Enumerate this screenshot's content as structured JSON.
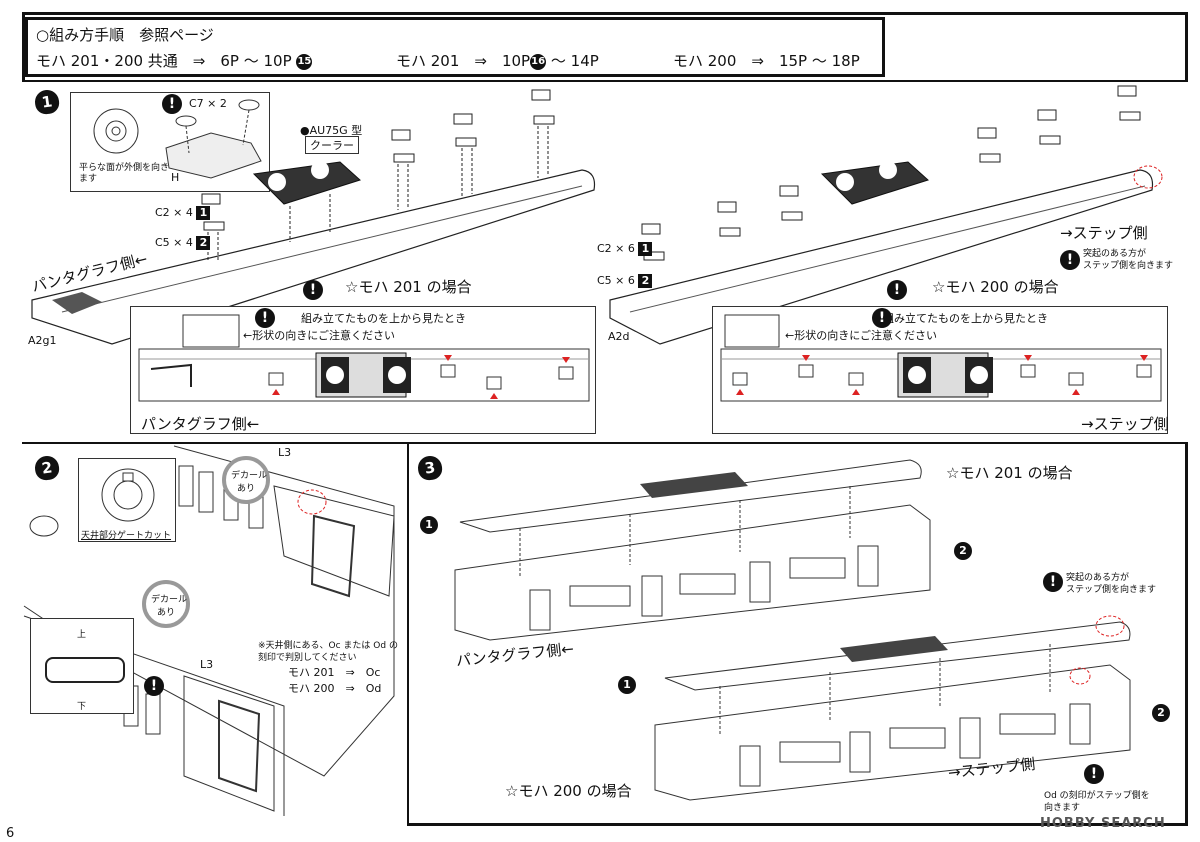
{
  "header": {
    "title": "○組み方手順　参照ページ",
    "row1_a": "モハ 201・200 共通　⇒　6P ～ 10P",
    "row1_a_badge": "15",
    "row1_b_pre": "モハ 201　⇒　10P",
    "row1_b_badge": "16",
    "row1_b_post": "～ 14P",
    "row1_c": "モハ 200　⇒　15P ～ 18P"
  },
  "step1": {
    "num": "1",
    "inset_note": "平らな面が外側を向きます",
    "inset_part": "C7 × 2",
    "inset_h": "H",
    "cooler_label": "●AU75G 型",
    "cooler_label2": "クーラー",
    "left": {
      "c2": "C2 × 4",
      "c5": "C5 × 4",
      "sq1": "1",
      "sq2": "2",
      "side": "パンタグラフ側←",
      "part": "A2g1",
      "case": "☆モハ 201 の場合",
      "box_title": "組み立てたものを上から見たとき",
      "box_note": "←形状の向きにご注意ください",
      "box_side": "パンタグラフ側←"
    },
    "right": {
      "c2": "C2 × 6",
      "c5": "C5 × 6",
      "sq1": "1",
      "sq2": "2",
      "side": "→ステップ側",
      "part": "A2d",
      "case": "☆モハ 200 の場合",
      "bump_note1": "突起のある方が",
      "bump_note2": "ステップ側を向きます",
      "box_title": "組み立てたものを上から見たとき",
      "box_note": "←形状の向きにご注意ください",
      "box_side": "→ステップ側"
    }
  },
  "step2": {
    "num": "2",
    "gate_label": "天井部分ゲートカット",
    "decal1": "デカール",
    "decal1b": "あり",
    "decal2": "デカール",
    "decal2b": "あり",
    "l3a": "L3",
    "l3b": "L3",
    "up": "上",
    "down": "下",
    "note1": "※天井側にある、Oc または Od の",
    "note2": "刻印で判別してください",
    "map1": "モハ 201　⇒　Oc",
    "map2": "モハ 200　⇒　Od"
  },
  "step3": {
    "num": "3",
    "case201": "☆モハ 201 の場合",
    "case200": "☆モハ 200 の場合",
    "side_panta": "パンタグラフ側←",
    "side_step": "→ステップ側",
    "c1": "1",
    "c2": "2",
    "bump_note1": "突起のある方が",
    "bump_note2": "ステップ側を向きます",
    "od_note1": "Od の刻印がステップ側を",
    "od_note2": "向きます"
  },
  "footer": {
    "page_num": "6",
    "watermark": "HOBBY SEARCH"
  }
}
